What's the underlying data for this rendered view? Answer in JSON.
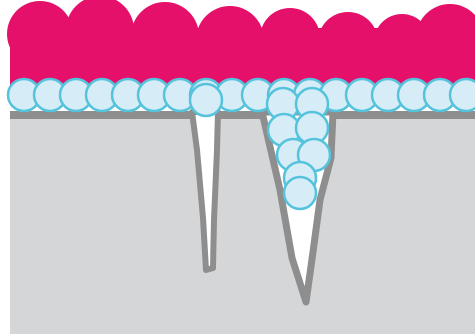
{
  "colors": {
    "background": "#ffffff",
    "coating": "#e5106a",
    "bead_fill": "#d6edf8",
    "bead_stroke": "#55c3dc",
    "surface": "#d5d6d8",
    "crack_outline": "#8e8e8e",
    "crack_gap": "#ffffff"
  },
  "icons": {
    "coating_layer": "coating-blob-layer",
    "bead": "bead-circle",
    "substrate": "substrate-block",
    "crack": "crack-fissure"
  }
}
